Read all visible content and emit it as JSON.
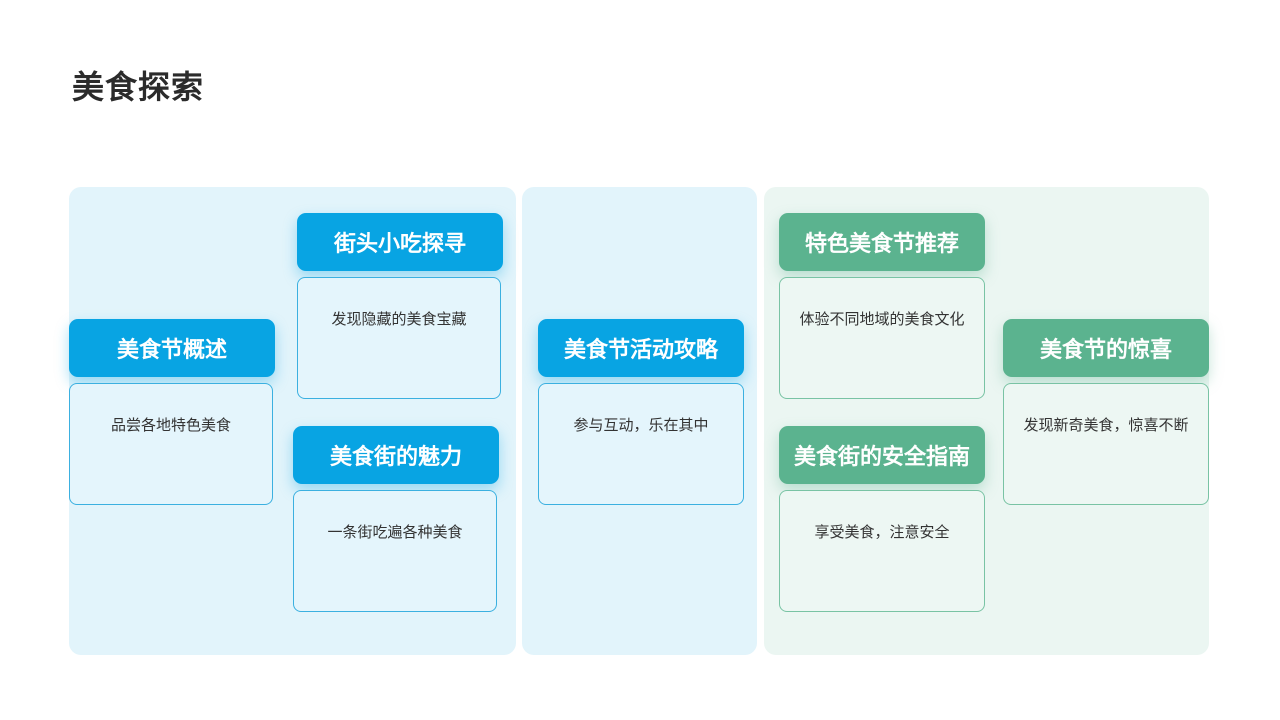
{
  "page": {
    "title": "美食探索"
  },
  "colors": {
    "blue_accent": "#08a4e3",
    "green_accent": "#5bb38f",
    "blue_panel": "#e2f4fb",
    "green_panel": "#ebf6f2"
  },
  "nodes": [
    {
      "title": "美食节概述",
      "desc": "品尝各地特色美食",
      "theme": "blue"
    },
    {
      "title": "街头小吃探寻",
      "desc": "发现隐藏的美食宝藏",
      "theme": "blue"
    },
    {
      "title": "美食街的魅力",
      "desc": "一条街吃遍各种美食",
      "theme": "blue"
    },
    {
      "title": "美食节活动攻略",
      "desc": "参与互动，乐在其中",
      "theme": "blue"
    },
    {
      "title": "特色美食节推荐",
      "desc": "体验不同地域的美食文化",
      "theme": "green"
    },
    {
      "title": "美食街的安全指南",
      "desc": "享受美食，注意安全",
      "theme": "green"
    },
    {
      "title": "美食节的惊喜",
      "desc": "发现新奇美食，惊喜不断",
      "theme": "green"
    }
  ]
}
